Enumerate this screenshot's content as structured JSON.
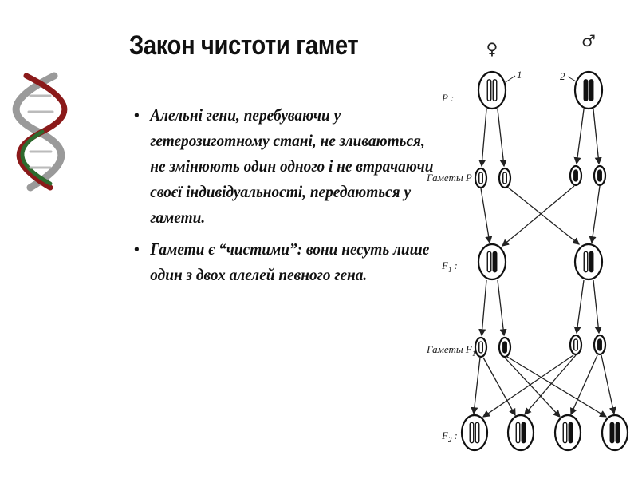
{
  "title": "Закон чистоти гамет",
  "bullets": [
    "Алельні гени, перебуваючи у гетерозиготному стані, не зливаються, не змінюють один одного і не втрачаючи своєї індивідуальності, передаються у гамети.",
    " Гамети є “чистими”: вони несуть лише один з двох алелей певного гена."
  ],
  "bullet_glyph": "•",
  "scheme": {
    "female_symbol": "♀",
    "male_symbol": "♂",
    "parent_labels": [
      "1",
      "2"
    ],
    "rows": {
      "p": "P :",
      "gametes_p": "Гаметы P :",
      "f1": "F",
      "f1_sub": "1",
      "f1_colon": ":",
      "gametes_f1": "Гаметы F",
      "gametes_f1_sub": "1",
      "gametes_f1_colon": ":",
      "f2": "F",
      "f2_sub": "2",
      "f2_colon": ":"
    }
  },
  "colors": {
    "dna_red": "#8b1a1a",
    "dna_green": "#2e6b2e",
    "dna_gray": "#8a8a8a"
  }
}
